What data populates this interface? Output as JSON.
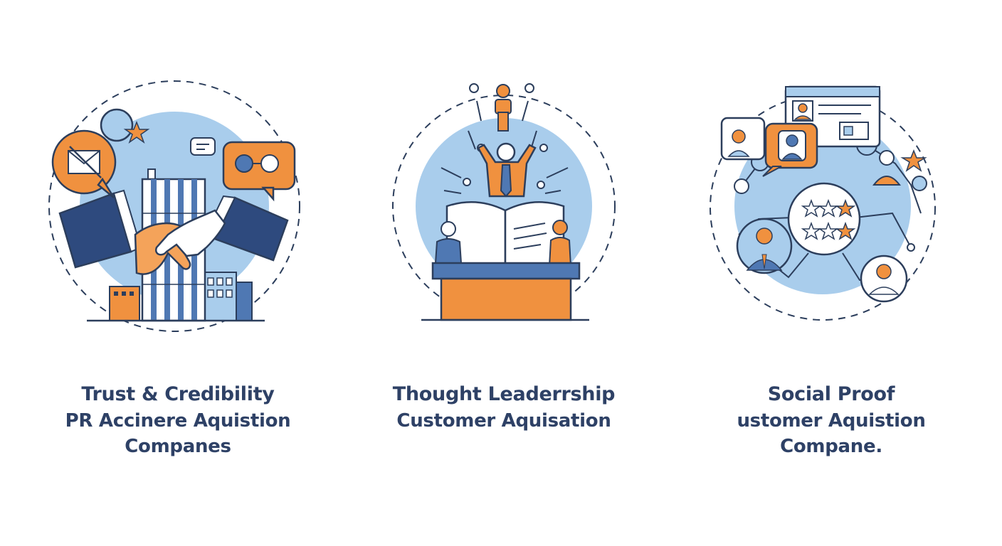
{
  "colors": {
    "navy": "#2e4166",
    "orange": "#f0913f",
    "light_blue": "#a9cdec",
    "mid_blue": "#4f78b3",
    "outline": "#2c3e5c"
  },
  "panels": [
    {
      "icon": "handshake-buildings-icon",
      "title": "Trust & Credibility",
      "line1": "PR Accinere Aquistion",
      "line2": "Companes"
    },
    {
      "icon": "open-book-leader-icon",
      "title": "Thought Leaderrship",
      "line1": "Customer Aquisation",
      "line2": ""
    },
    {
      "icon": "star-rating-network-icon",
      "title": "Social Proof",
      "line1": "ustomer Aquistion",
      "line2": "Compane."
    }
  ]
}
